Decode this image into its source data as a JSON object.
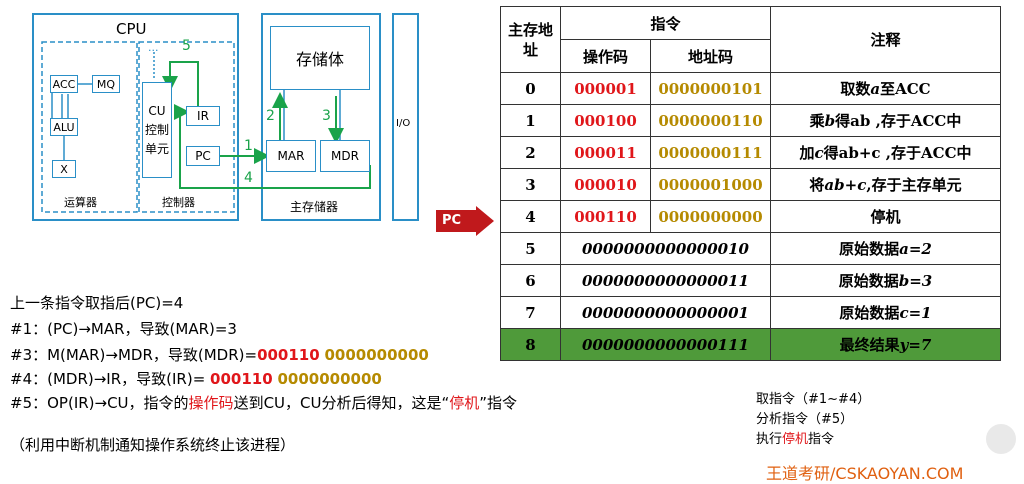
{
  "diagram": {
    "cpu": "CPU",
    "acc": "ACC",
    "mq": "MQ",
    "alu": "ALU",
    "x": "X",
    "alu_group": "运算器",
    "cu_line1": "CU",
    "cu_line2": "控制",
    "cu_line3": "单元",
    "ir": "IR",
    "pc": "PC",
    "control_group": "控制器",
    "storage": "存储体",
    "mar": "MAR",
    "mdr": "MDR",
    "memory_group": "主存储器",
    "io": "I/O",
    "dots": "···",
    "step1": "1",
    "step2": "2",
    "step3": "3",
    "step4": "4",
    "step5": "5"
  },
  "pc_pointer": "PC",
  "table": {
    "h_addr": "主存地址",
    "h_instr": "指令",
    "h_opcode": "操作码",
    "h_address": "地址码",
    "h_comment": "注释",
    "rows": [
      {
        "addr": "0",
        "op": "000001",
        "ad": "0000000101",
        "comment_pre": "取数",
        "comment_var": "a",
        "comment_post": "至ACC"
      },
      {
        "addr": "1",
        "op": "000100",
        "ad": "0000000110",
        "comment_pre": "乘",
        "comment_var": "b",
        "comment_post": "得ab ,存于ACC中"
      },
      {
        "addr": "2",
        "op": "000011",
        "ad": "0000000111",
        "comment_pre": "加",
        "comment_var": "c",
        "comment_post": "得ab+c ,存于ACC中"
      },
      {
        "addr": "3",
        "op": "000010",
        "ad": "0000001000",
        "comment_pre": "将",
        "comment_var": "ab+c",
        "comment_post": ",存于主存单元"
      },
      {
        "addr": "4",
        "op": "000110",
        "ad": "0000000000",
        "comment_pre": "停机",
        "comment_var": "",
        "comment_post": ""
      },
      {
        "addr": "5",
        "data": "0000000000000010",
        "comment_pre": "原始数据",
        "comment_var": "a=2",
        "comment_post": ""
      },
      {
        "addr": "6",
        "data": "0000000000000011",
        "comment_pre": "原始数据",
        "comment_var": "b=3",
        "comment_post": ""
      },
      {
        "addr": "7",
        "data": "0000000000000001",
        "comment_pre": "原始数据",
        "comment_var": "c=1",
        "comment_post": ""
      },
      {
        "addr": "8",
        "data": "0000000000000111",
        "comment_pre": "最终结果",
        "comment_var": "y=7",
        "comment_post": ""
      }
    ]
  },
  "notes": {
    "line0": "上一条指令取指后(PC)=4",
    "line1": "#1：(PC)→MAR，导致(MAR)=3",
    "line3_pre": "#3：M(MAR)→MDR，导致(MDR)=",
    "line3_op": "000110",
    "line3_ad": "0000000000",
    "line4_pre": "#4：(MDR)→IR，导致(IR)= ",
    "line4_op": "000110",
    "line4_ad": "0000000000",
    "line5_pre": "#5：OP(IR)→CU，指令的",
    "line5_red1": "操作码",
    "line5_mid": "送到CU，CU分析后得知，这是“",
    "line5_red2": "停机",
    "line5_post": "”指令",
    "line6": "（利用中断机制通知操作系统终止该进程）"
  },
  "side": {
    "s1": "取指令（#1~#4）",
    "s2": "分析指令（#5）",
    "s3_pre": "执行",
    "s3_red": "停机",
    "s3_post": "指令"
  },
  "watermark": "王道考研/CSKAOYAN.COM",
  "colors": {
    "blue": "#2a8fc7",
    "green": "#1aa34a",
    "red": "#e0161a",
    "gold": "#b58a00",
    "highlight": "#4f9a3a"
  }
}
